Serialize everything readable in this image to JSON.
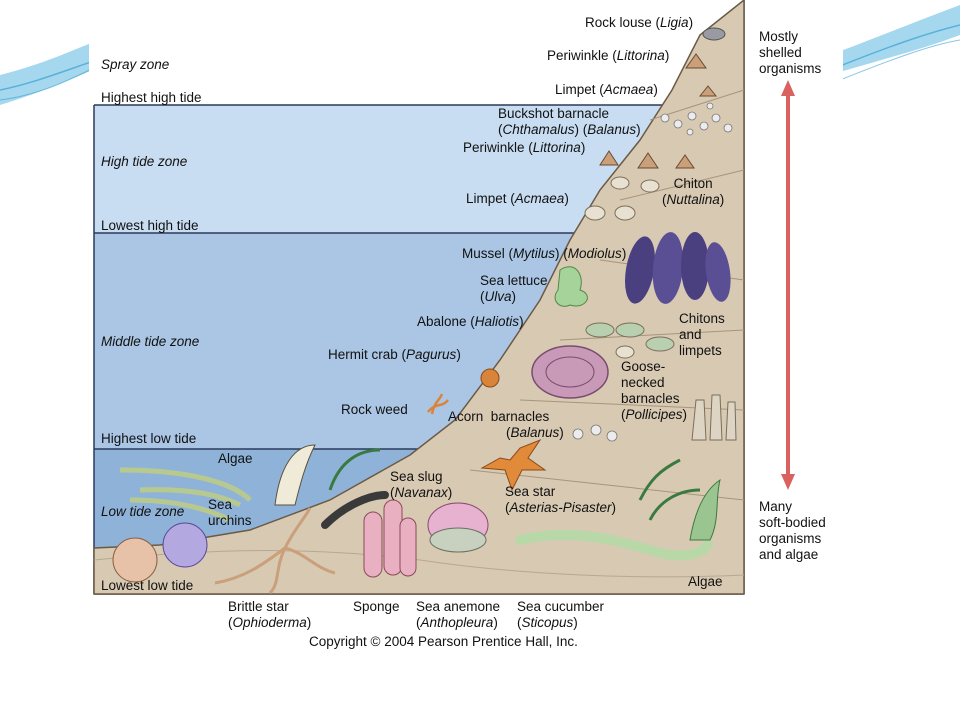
{
  "zones": {
    "spray": "Spray zone",
    "high": "High tide zone",
    "middle": "Middle tide zone",
    "low": "Low tide zone"
  },
  "tide_lines": {
    "highest_high": "Highest high tide",
    "lowest_high": "Lowest high tide",
    "highest_low": "Highest low tide",
    "lowest_low": "Lowest low tide"
  },
  "organisms": {
    "rock_louse": {
      "name": "Rock louse (",
      "sci": "Ligia",
      "end": ")"
    },
    "periwinkle_top": {
      "name": "Periwinkle (",
      "sci": "Littorina",
      "end": ")"
    },
    "limpet_top": {
      "name": "Limpet (",
      "sci": "Acmaea",
      "end": ")"
    },
    "buckshot_line1": "Buckshot barnacle",
    "buckshot_sci1": "Chthamalus",
    "buckshot_sci2": "Balanus",
    "periwinkle_high": {
      "name": "Periwinkle (",
      "sci": "Littorina",
      "end": ")"
    },
    "limpet_high": {
      "name": "Limpet (",
      "sci": "Acmaea",
      "end": ")"
    },
    "chiton_name": "Chiton",
    "chiton_sci": "Nuttalina",
    "mussel": {
      "name": "Mussel (",
      "sci1": "Mytilus",
      "sci2": "Modiolus"
    },
    "sea_lettuce_name": "Sea lettuce",
    "sea_lettuce_sci": "Ulva",
    "abalone": {
      "name": "Abalone (",
      "sci": "Haliotis",
      "end": ")"
    },
    "chitons_limpets": [
      "Chitons",
      "and",
      "limpets"
    ],
    "hermit_crab": {
      "name": "Hermit crab (",
      "sci": "Pagurus",
      "end": ")"
    },
    "goose_barnacles": [
      "Goose-",
      "necked",
      "barnacles"
    ],
    "goose_sci": "Pollicipes",
    "rock_weed": "Rock weed",
    "acorn_name": "Acorn  barnacles",
    "acorn_sci": "Balanus",
    "algae_top": "Algae",
    "sea_slug_name": "Sea slug",
    "sea_slug_sci": "Navanax",
    "sea_urchins": [
      "Sea",
      "urchins"
    ],
    "sea_star_name": "Sea star",
    "sea_star_sci": "Asterias-Pisaster",
    "algae_bottom": "Algae",
    "brittle_star_name": "Brittle star",
    "brittle_star_sci": "Ophioderma",
    "sponge": "Sponge",
    "anemone_name": "Sea anemone",
    "anemone_sci": "Anthopleura",
    "cucumber_name": "Sea cucumber",
    "cucumber_sci": "Sticopus"
  },
  "side_labels": {
    "top": [
      "Mostly",
      "shelled",
      "organisms"
    ],
    "bottom": [
      "Many",
      "soft-bodied",
      "organisms",
      "and algae"
    ]
  },
  "copyright": "Copyright © 2004 Pearson Prentice Hall, Inc.",
  "colors": {
    "spray_zone": "#ffffff",
    "high_zone": "#c9ddf2",
    "middle_zone": "#aac6e4",
    "low_zone": "#8fb3d8",
    "rock": "#d8c9b3",
    "arrow": "#d9625e",
    "swoosh": "#5bb8e0"
  }
}
